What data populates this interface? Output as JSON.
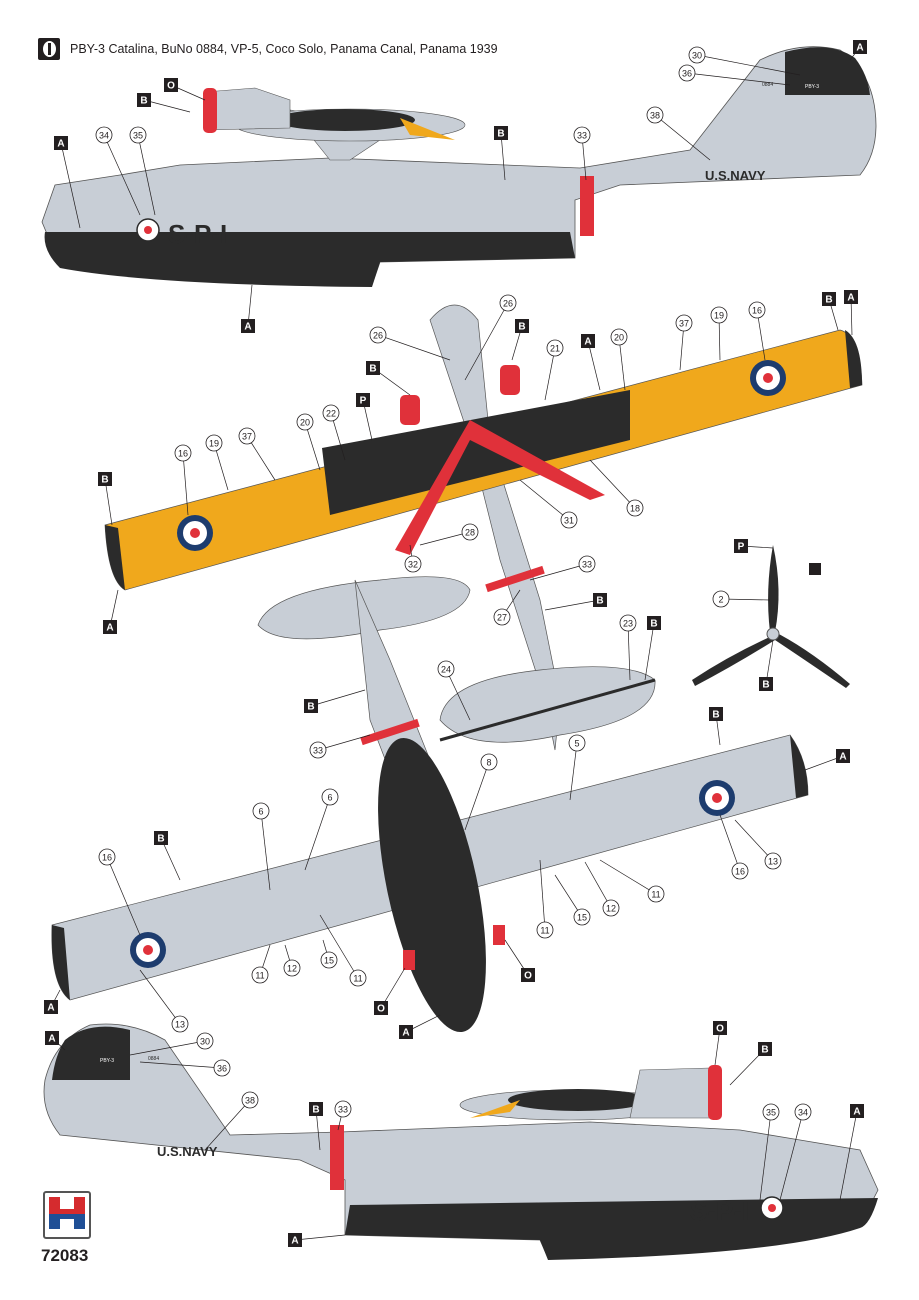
{
  "header": {
    "scheme_number": "1",
    "title": "PBY-3 Catalina, BuNo 0884, VP-5, Coco Solo, Panama Canal, Panama 1939"
  },
  "markings": {
    "code": "S-P-I",
    "navy": "U.S.NAVY",
    "fin_type": "PBY-3",
    "fin_buno": "0884"
  },
  "colors": {
    "light_gray": "#c8ced6",
    "black": "#2b2b2b",
    "orange_yellow": "#f0a81c",
    "red": "#e0313a",
    "roundel_blue": "#1d3c6e"
  },
  "callouts": {
    "side_top": [
      "O",
      "B",
      "A",
      "B",
      "A",
      "A",
      "30",
      "36",
      "38",
      "34",
      "35",
      "33"
    ],
    "plan_top": [
      "B",
      "A",
      "26",
      "B",
      "26",
      "B",
      "21",
      "A",
      "20",
      "37",
      "19",
      "16",
      "P",
      "22",
      "20",
      "37",
      "19",
      "16",
      "B",
      "18",
      "31",
      "28",
      "32",
      "A",
      "33",
      "B",
      "27",
      "23",
      "B",
      "24"
    ],
    "propeller": [
      "P",
      "2",
      "B"
    ],
    "plan_bottom": [
      "B",
      "A",
      "5",
      "8",
      "6",
      "6",
      "B",
      "16",
      "13",
      "16",
      "11",
      "12",
      "15",
      "11",
      "11",
      "12",
      "15",
      "11",
      "O",
      "O",
      "A",
      "13",
      "A",
      "B",
      "33"
    ],
    "side_bottom": [
      "A",
      "30",
      "36",
      "38",
      "O",
      "B",
      "B",
      "33",
      "35",
      "34",
      "A",
      "A"
    ]
  },
  "logo": {
    "brand": "HOBBY 2000"
  },
  "product_code": "72083"
}
